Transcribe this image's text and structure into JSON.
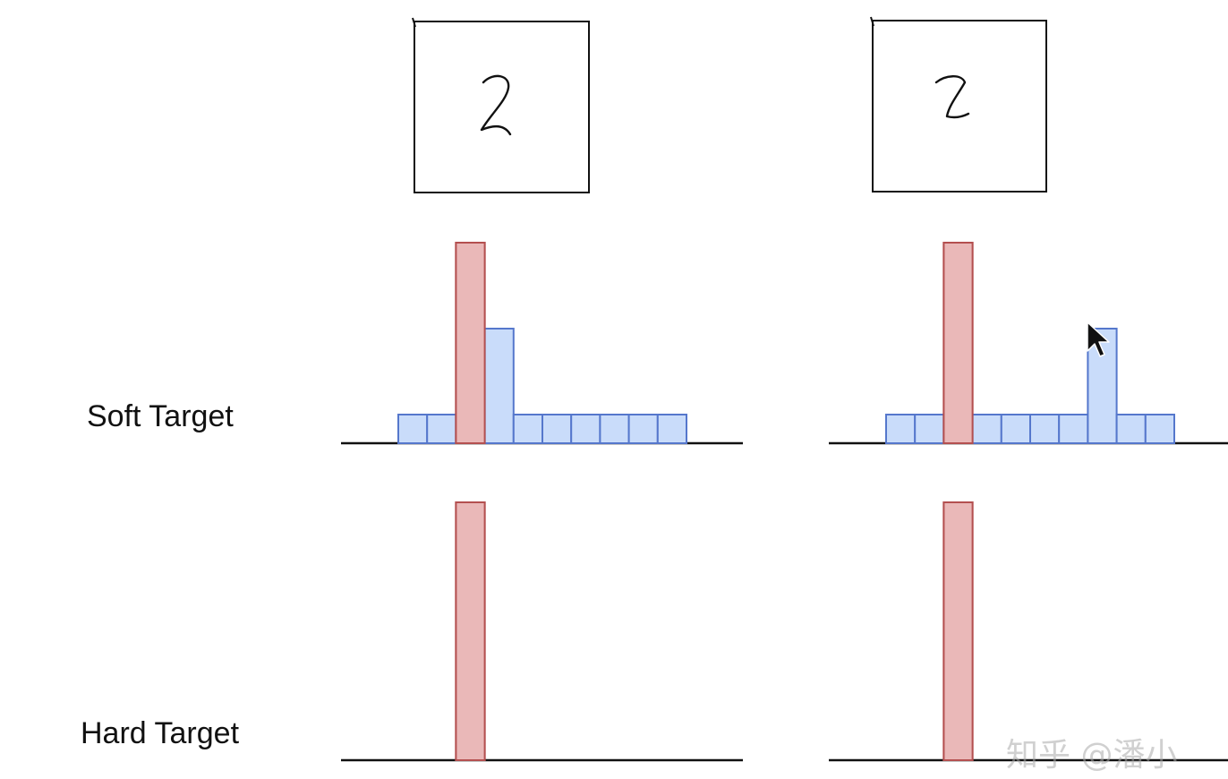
{
  "labels": {
    "soft_target": "Soft Target",
    "hard_target": "Hard Target"
  },
  "watermark": "知乎 @潘小",
  "digits": [
    "2",
    "2"
  ],
  "colors": {
    "target_fill": "#eab8b8",
    "target_stroke": "#b45050",
    "other_fill": "#c9dcfa",
    "other_stroke": "#5577cc",
    "axis": "#111111",
    "frame": "#111111"
  },
  "cursor_icon": "mouse-pointer-icon",
  "chart_data": [
    {
      "type": "bar",
      "row": "soft",
      "panel": 1,
      "values": [
        1,
        1,
        7,
        4,
        1,
        1,
        1,
        1,
        1,
        1
      ],
      "target_index": 2
    },
    {
      "type": "bar",
      "row": "soft",
      "panel": 2,
      "values": [
        1,
        1,
        7,
        1,
        1,
        1,
        1,
        4,
        1,
        1
      ],
      "target_index": 2
    },
    {
      "type": "bar",
      "row": "hard",
      "panel": 1,
      "values": [
        0,
        0,
        9,
        0,
        0,
        0,
        0,
        0,
        0,
        0
      ],
      "target_index": 2
    },
    {
      "type": "bar",
      "row": "hard",
      "panel": 2,
      "values": [
        0,
        0,
        9,
        0,
        0,
        0,
        0,
        0,
        0,
        0
      ],
      "target_index": 2
    }
  ]
}
